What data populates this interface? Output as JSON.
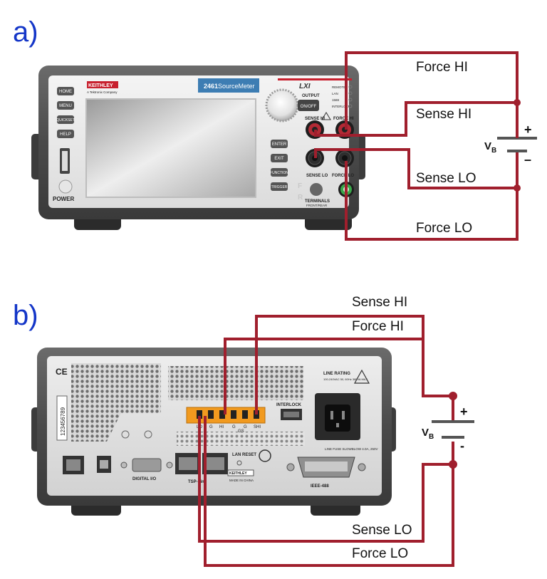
{
  "panel_a": {
    "label": "a)",
    "brand": "KEITHLEY",
    "brand_sub": "A Tektronix Company",
    "model_bold": "2461",
    "model_name": "SourceMeter",
    "lxi": "LXI",
    "output_label": "OUTPUT",
    "onoff": "ON/OFF",
    "indicators": [
      "REMOTE",
      "LAN",
      "1588",
      "INTERLOCK"
    ],
    "left_buttons": [
      "HOME",
      "MENU",
      "QUICKSET",
      "HELP"
    ],
    "right_buttons": [
      "ENTER",
      "EXIT",
      "FUNCTION",
      "TRIGGER"
    ],
    "power": "POWER",
    "sense_hi": "SENSE HI",
    "force_hi": "FORCE HI",
    "sense_lo": "SENSE LO",
    "force_lo": "FORCE LO",
    "terminals": "TERMINALS",
    "terminals_sub": "FRONT/REAR",
    "f_letter": "F",
    "r_letter": "R",
    "wires": [
      "Force HI",
      "Sense HI",
      "Sense LO",
      "Force LO"
    ],
    "plus": "+",
    "minus": "–",
    "vb": "V",
    "vb_sub": "B"
  },
  "panel_b": {
    "label": "b)",
    "wires": [
      "Sense HI",
      "Force HI",
      "Sense LO",
      "Force LO"
    ],
    "line_rating": "LINE RATING",
    "line_rating_sub": "100-240VAC 50, 60Hz 380VA MAX",
    "interlock": "INTERLOCK",
    "lan_reset": "LAN RESET",
    "digital_io": "DIGITAL I/O",
    "tsp_link": "TSP-Link",
    "made_in": "MADE IN CHINA",
    "keithley": "KEITHLEY",
    "ieee": "IEEE-488",
    "line_fuse": "LINE FUSE SLOWBLOW 4.0A, 250V",
    "serial": "123456789",
    "ce": "CE",
    "terminal_labels": [
      "LO",
      "G",
      "HI",
      "G",
      "G",
      "SHI"
    ],
    "guard": "GS",
    "plus": "+",
    "minus": "-",
    "vb": "V",
    "vb_sub": "B"
  }
}
